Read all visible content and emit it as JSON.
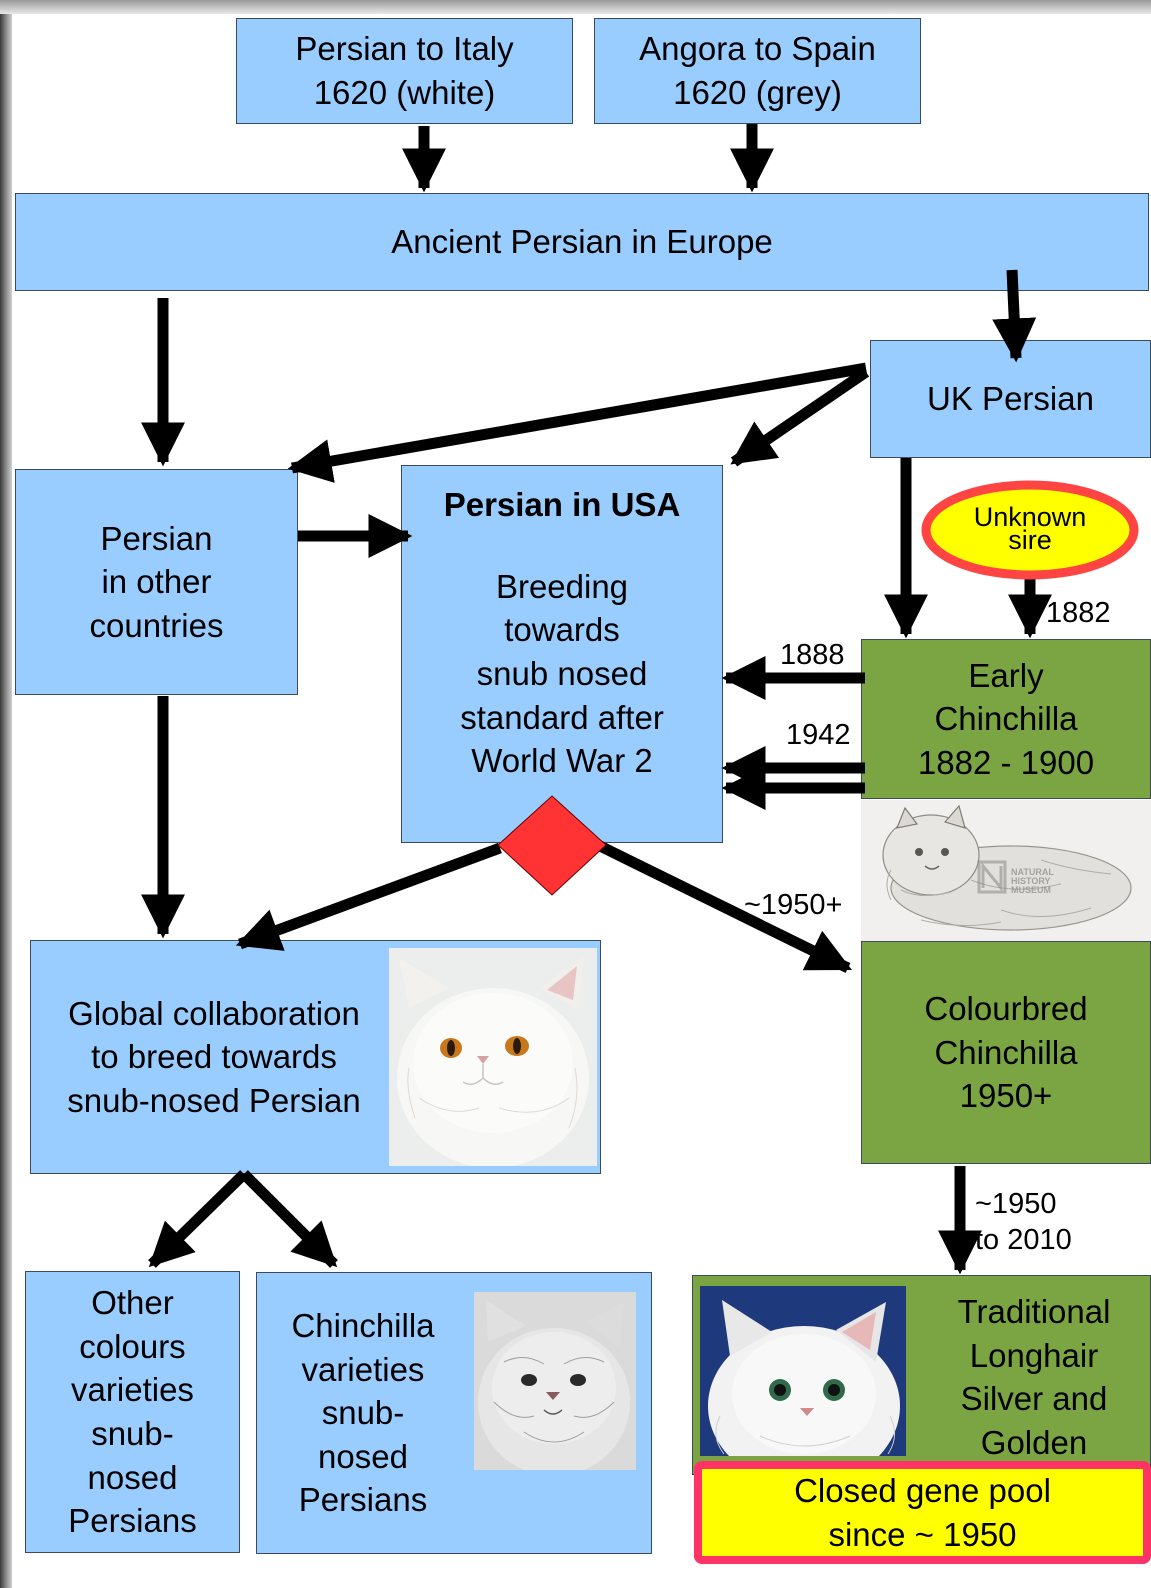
{
  "nodes": {
    "persian_italy": "Persian to Italy\n1620 (white)",
    "angora_spain": "Angora to Spain\n1620 (grey)",
    "ancient_persian": "Ancient Persian in Europe",
    "uk_persian": "UK Persian",
    "persian_other": "Persian\nin other\ncountries",
    "persian_usa_title": "Persian in USA",
    "persian_usa_body": "Breeding\ntowards\nsnub nosed\nstandard after\nWorld War 2",
    "unknown_sire": "Unknown\nsire",
    "early_chinchilla": "Early\nChinchilla\n1882 - 1900",
    "global_collab": "Global collaboration\nto breed towards\nsnub-nosed Persian",
    "colourbred": "Colourbred\nChinchilla\n1950+",
    "other_colours": "Other\ncolours\nvarieties\nsnub-\nnosed\nPersians",
    "chinchilla_varieties": "Chinchilla\nvarieties\nsnub-\nnosed\nPersians",
    "traditional": "Traditional\nLonghair\nSilver and\nGolden",
    "closed_gene_pool": "Closed gene pool\nsince ~ 1950"
  },
  "edge_labels": {
    "y1882": "1882",
    "y1888": "1888",
    "y1942": "1942",
    "y1950plus": "~1950+",
    "y1950_2010": "~1950\nto 2010"
  },
  "watermark": "NATURAL HISTORY MUSEUM",
  "colors": {
    "blue": "#99ccff",
    "green": "#7aa542",
    "decision": "#ff3333",
    "highlight_fill": "#ffff00",
    "highlight_border": "#ff3366"
  }
}
